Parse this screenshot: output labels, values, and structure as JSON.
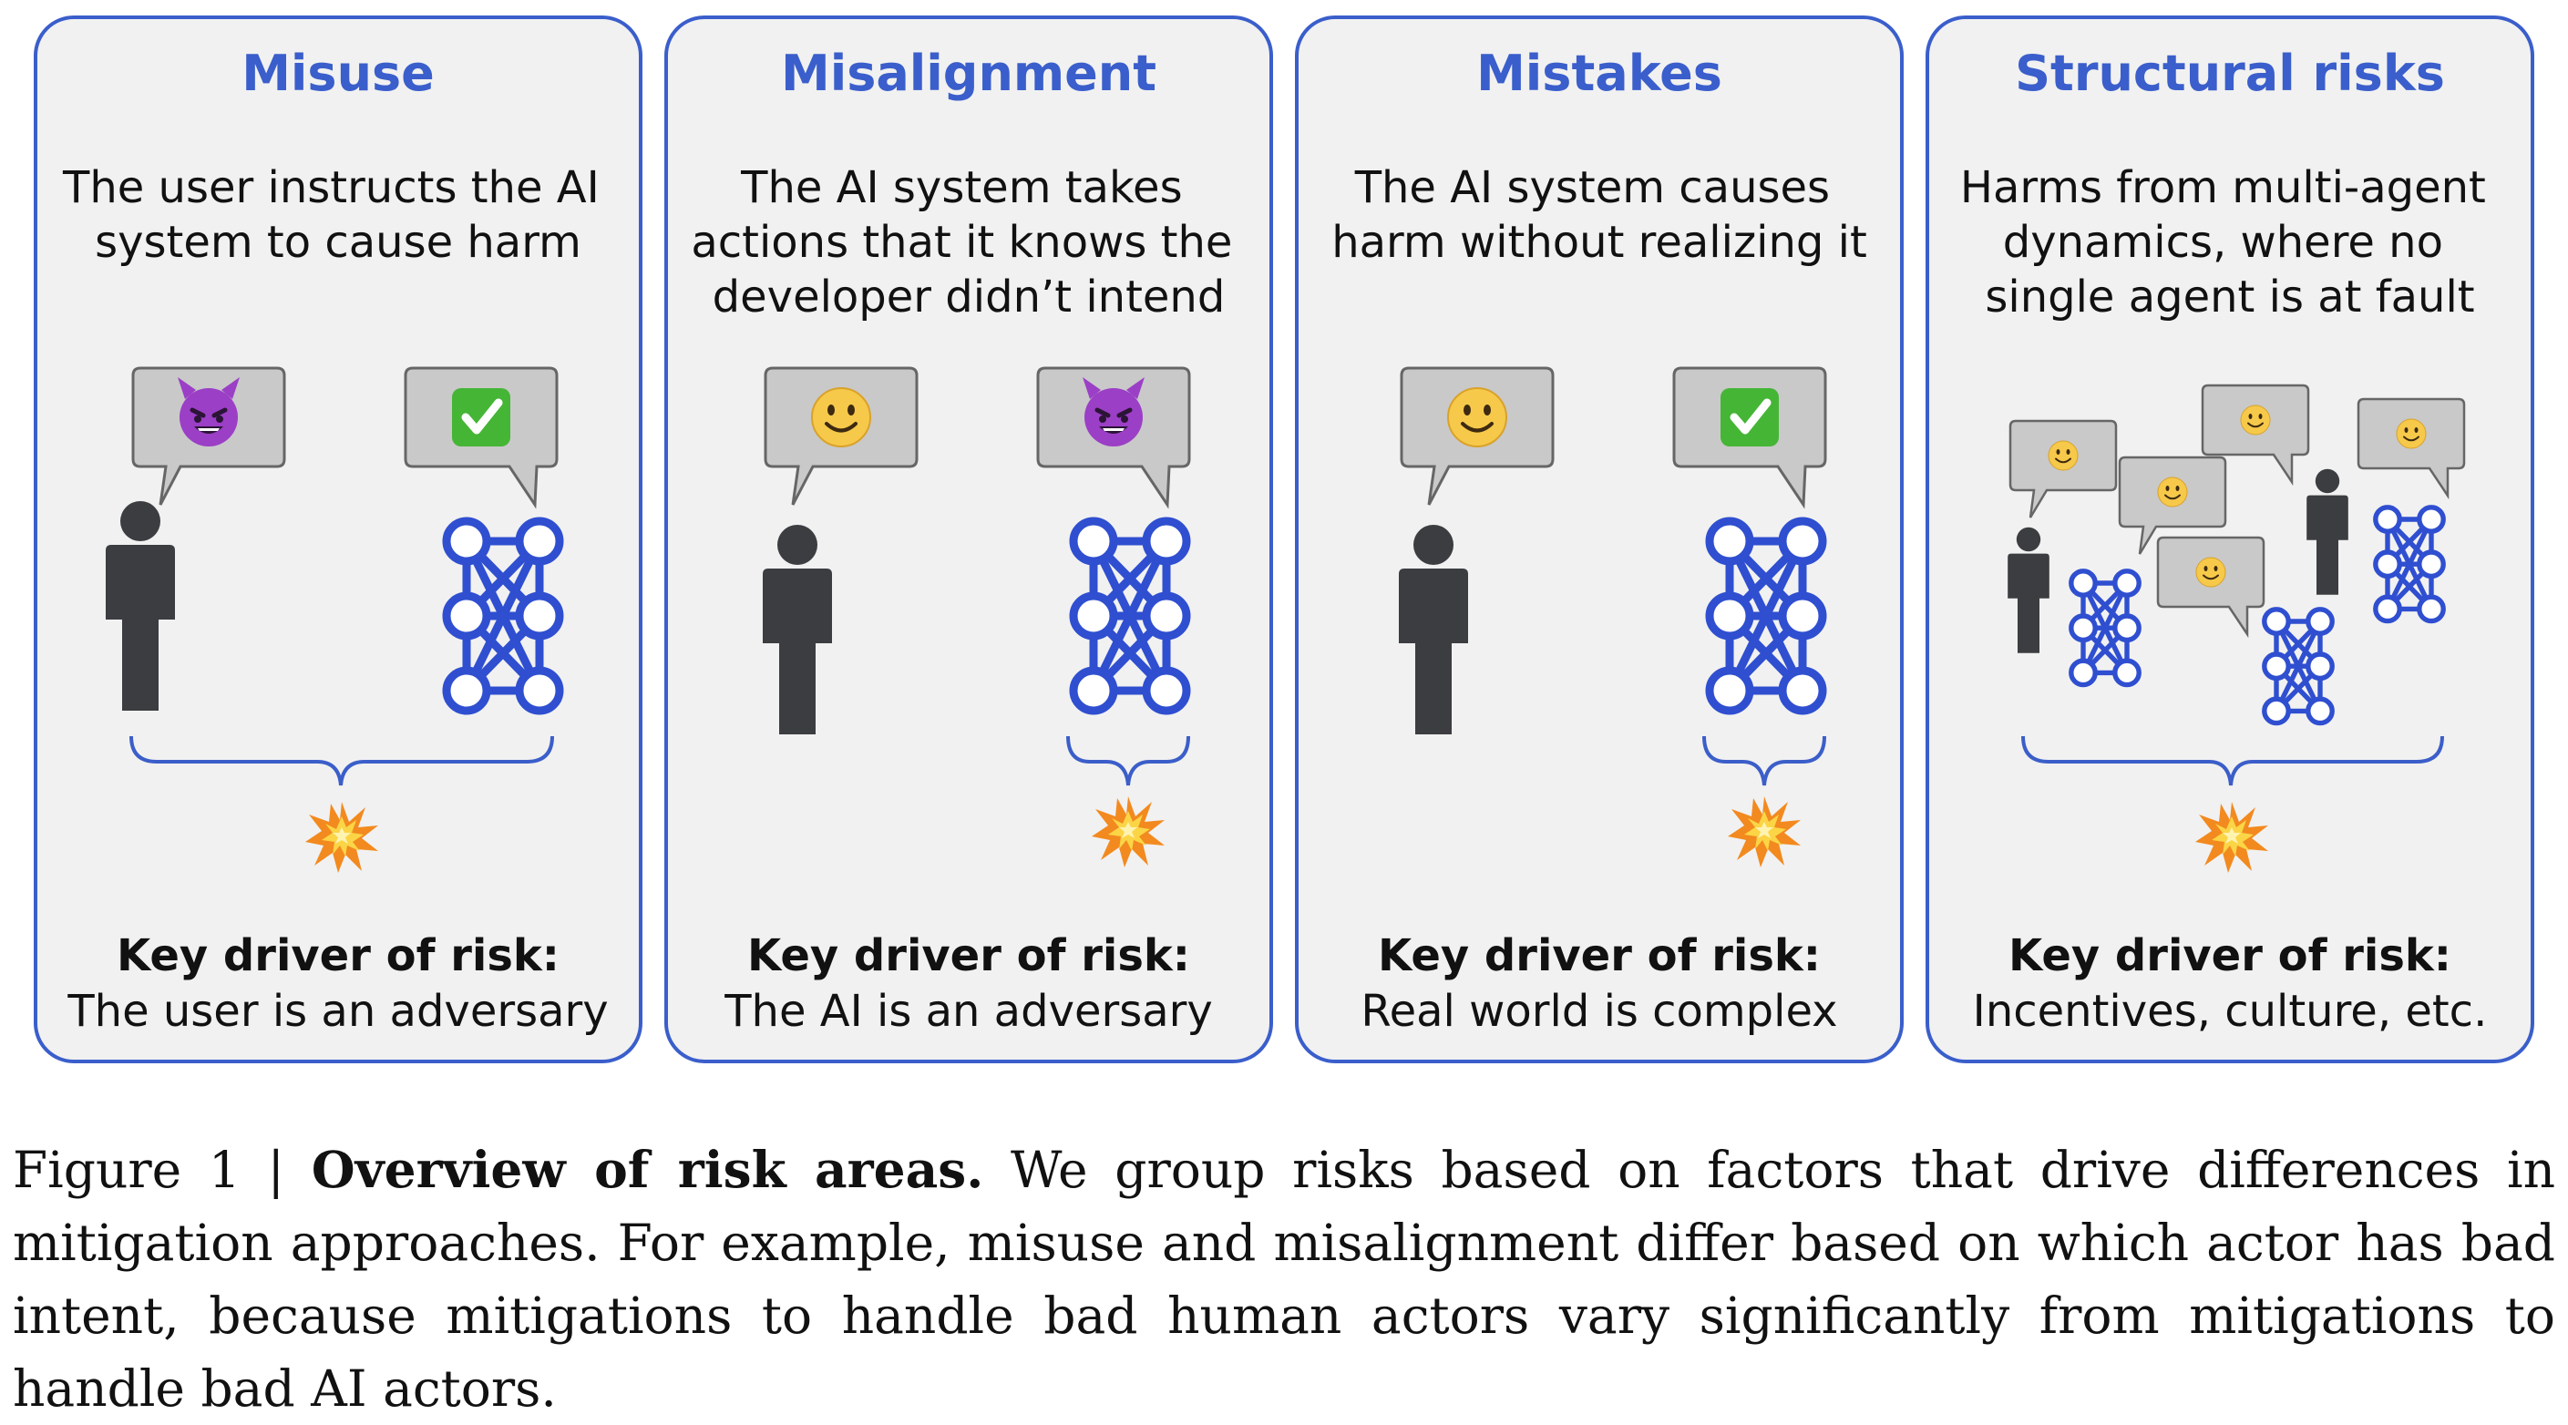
{
  "panels": [
    {
      "title": "Misuse",
      "description": [
        "The user instructs the AI",
        "system to cause harm"
      ],
      "driver_label": "Key driver of risk:",
      "driver_text": "The user is an adversary",
      "human_bubble": "devil",
      "ai_bubble": "check"
    },
    {
      "title": "Misalignment",
      "description": [
        "The AI system takes",
        "actions that it knows the",
        "developer didn’t intend"
      ],
      "driver_label": "Key driver of risk:",
      "driver_text": "The AI is an adversary",
      "human_bubble": "smile",
      "ai_bubble": "devil"
    },
    {
      "title": "Mistakes",
      "description": [
        "The AI system causes",
        "harm without realizing it"
      ],
      "driver_label": "Key driver of risk:",
      "driver_text": "Real world is complex",
      "human_bubble": "smile",
      "ai_bubble": "check"
    },
    {
      "title": "Structural risks",
      "description": [
        "Harms from multi-agent",
        "dynamics, where no",
        "single agent is at fault"
      ],
      "driver_label": "Key driver of risk:",
      "driver_text": "Incentives, culture, etc."
    }
  ],
  "caption": {
    "prefix": "Figure 1 | ",
    "bold": "Overview of risk areas.",
    "body": " We group risks based on factors that drive differences in mitigation approaches. For example, misuse and misalignment differ based on which actor has bad intent, because mitigations to handle bad human actors vary significantly from mitigations to handle bad AI actors."
  },
  "colors": {
    "panel_fill": "#f1f1f1",
    "panel_border": "#3a5ecb",
    "title": "#3a5ecb",
    "network": "#2f4fd0",
    "person": "#3b3d40",
    "bubble_fill": "#c9c9c9",
    "bubble_stroke": "#666666",
    "brace": "#3b5ec9",
    "devil": "#9b3fc6",
    "check": "#45b536",
    "smile": "#f6c94a",
    "burst": "#f28a1f"
  },
  "icons": [
    "person-icon",
    "neural-network-icon",
    "speech-bubble-icon",
    "smiling-devil-icon",
    "check-mark-icon",
    "smiley-face-icon",
    "explosion-icon",
    "curly-brace-icon"
  ]
}
